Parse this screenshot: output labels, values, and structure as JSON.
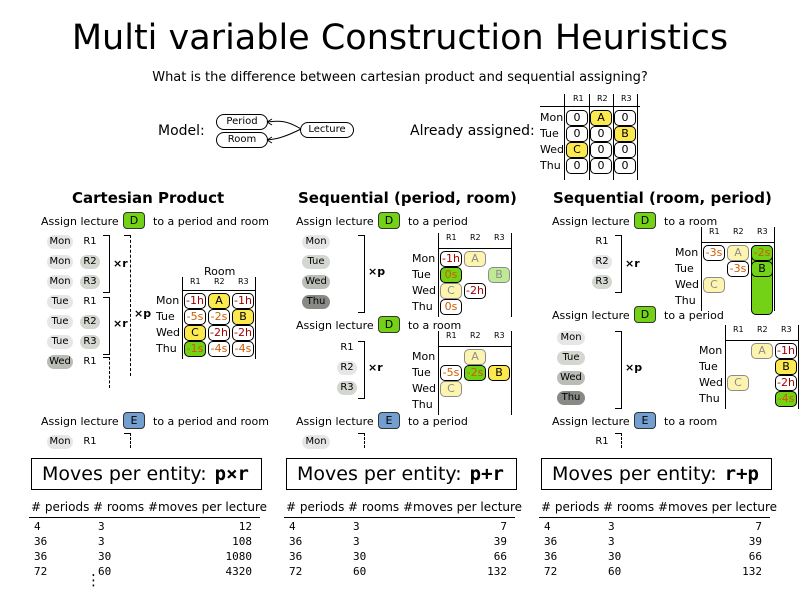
{
  "title": "Multi variable Construction Heuristics",
  "subtitle": "What is the difference between cartesian product and sequential assigning?",
  "model": {
    "label": "Model:",
    "period": "Period",
    "room": "Room",
    "lecture": "Lecture"
  },
  "already": {
    "label": "Already assigned:",
    "cols": [
      "R1",
      "R2",
      "R3"
    ],
    "rows": [
      {
        "day": "Mon",
        "cells": [
          "0",
          "A",
          "0"
        ]
      },
      {
        "day": "Tue",
        "cells": [
          "0",
          "0",
          "B"
        ]
      },
      {
        "day": "Wed",
        "cells": [
          "C",
          "0",
          "0"
        ]
      },
      {
        "day": "Thu",
        "cells": [
          "0",
          "0",
          "0"
        ]
      }
    ]
  },
  "sections": [
    {
      "title": "Cartesian Product",
      "assign1": {
        "prefix": "Assign lecture",
        "lecture": "D",
        "suffix": "to a period and room"
      },
      "assign2": {
        "prefix": "Assign lecture",
        "lecture": "E",
        "suffix": "to a period and room"
      },
      "moves_label": "Moves per entity:",
      "formula": "p×r",
      "table_header": [
        "# periods",
        "# rooms",
        "#moves per lecture"
      ],
      "table_rows": [
        [
          "4",
          "3",
          "12"
        ],
        [
          "36",
          "3",
          "108"
        ],
        [
          "36",
          "30",
          "1080"
        ],
        [
          "72",
          "60",
          "4320"
        ]
      ]
    },
    {
      "title": "Sequential (period, room)",
      "assign1": {
        "prefix": "Assign lecture",
        "lecture": "D",
        "suffix": "to a period"
      },
      "assign1b": {
        "prefix": "Assign lecture",
        "lecture": "D",
        "suffix": "to a room"
      },
      "assign2": {
        "prefix": "Assign lecture",
        "lecture": "E",
        "suffix": "to a period"
      },
      "moves_label": "Moves per entity:",
      "formula": "p+r",
      "table_header": [
        "# periods",
        "# rooms",
        "#moves per lecture"
      ],
      "table_rows": [
        [
          "4",
          "3",
          "7"
        ],
        [
          "36",
          "3",
          "39"
        ],
        [
          "36",
          "30",
          "66"
        ],
        [
          "72",
          "60",
          "132"
        ]
      ]
    },
    {
      "title": "Sequential (room, period)",
      "assign1": {
        "prefix": "Assign lecture",
        "lecture": "D",
        "suffix": "to a room"
      },
      "assign1b": {
        "prefix": "Assign lecture",
        "lecture": "D",
        "suffix": "to a period"
      },
      "assign2": {
        "prefix": "Assign lecture",
        "lecture": "E",
        "suffix": "to a room"
      },
      "moves_label": "Moves per entity:",
      "formula": "r+p",
      "table_header": [
        "# periods",
        "# rooms",
        "#moves per lecture"
      ],
      "table_rows": [
        [
          "4",
          "3",
          "7"
        ],
        [
          "36",
          "3",
          "39"
        ],
        [
          "36",
          "30",
          "66"
        ],
        [
          "72",
          "60",
          "132"
        ]
      ]
    }
  ],
  "cart": {
    "pills": [
      [
        "Mon",
        "R1"
      ],
      [
        "Mon",
        "R2"
      ],
      [
        "Mon",
        "R3"
      ],
      [
        "Tue",
        "R1"
      ],
      [
        "Tue",
        "R2"
      ],
      [
        "Tue",
        "R3"
      ],
      [
        "Wed",
        "R1"
      ]
    ],
    "xr": "×r",
    "xp": "×p",
    "room_label": "Room",
    "cols": [
      "R1",
      "R2",
      "R3"
    ],
    "days": [
      "Mon",
      "Tue",
      "Wed",
      "Thu"
    ],
    "grid": [
      [
        "-1h",
        "A",
        "-1h"
      ],
      [
        "-5s",
        "-2s",
        "B"
      ],
      [
        "C",
        "-2h",
        "-2h"
      ],
      [
        "-1s",
        "-4s",
        "-4s"
      ]
    ],
    "e_pill": [
      "Mon",
      "R1"
    ]
  },
  "seqpr": {
    "periods": [
      "Mon",
      "Tue",
      "Wed",
      "Thu"
    ],
    "xp": "×p",
    "xr": "×r",
    "cols": [
      "R1",
      "R2",
      "R3"
    ],
    "days": [
      "Mon",
      "Tue",
      "Wed",
      "Thu"
    ],
    "grid1": [
      [
        "-1h",
        "A",
        ""
      ],
      [
        "0s",
        "",
        "B"
      ],
      [
        "C",
        "-2h",
        ""
      ],
      [
        "0s",
        "",
        ""
      ]
    ],
    "rooms": [
      "R1",
      "R2",
      "R3"
    ],
    "grid2": [
      [
        "",
        "A",
        ""
      ],
      [
        "-5s",
        "-2s",
        "B"
      ],
      [
        "C",
        "",
        ""
      ],
      [
        "",
        "",
        ""
      ]
    ],
    "e_pill": "Mon"
  },
  "seqrp": {
    "rooms": [
      "R1",
      "R2",
      "R3"
    ],
    "xr": "×r",
    "xp": "×p",
    "cols": [
      "R1",
      "R2",
      "R3"
    ],
    "days": [
      "Mon",
      "Tue",
      "Wed",
      "Thu"
    ],
    "grid1": [
      [
        "-3s",
        "A",
        "-2s"
      ],
      [
        "",
        "-3s",
        "B"
      ],
      [
        "C",
        "",
        ""
      ],
      [
        "",
        "",
        ""
      ]
    ],
    "periods": [
      "Mon",
      "Tue",
      "Wed",
      "Thu"
    ],
    "grid2": [
      [
        "",
        "A",
        "-1h"
      ],
      [
        "",
        "",
        "B"
      ],
      [
        "C",
        "",
        "-2h"
      ],
      [
        "",
        "",
        "-4s"
      ]
    ],
    "e_pill": "R1"
  },
  "colors": {
    "yellow": "#fce94f",
    "green": "#73d216",
    "blue": "#729fcf",
    "red": "#a40000",
    "orange": "#ce5c00"
  }
}
